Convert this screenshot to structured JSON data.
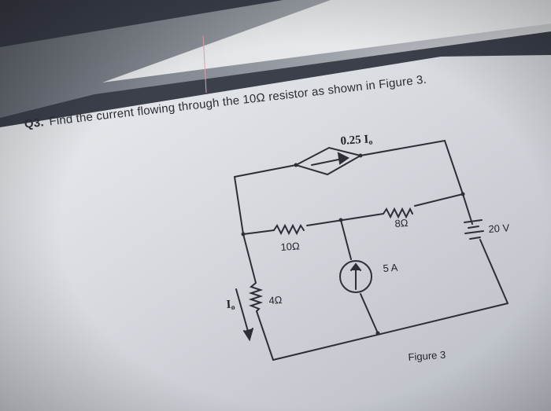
{
  "question": {
    "number": "Q3.",
    "text": "Find the current flowing through the 10Ω resistor as shown in Figure 3."
  },
  "circuit": {
    "dependent_source_label": "0.25 I",
    "dependent_source_sub": "o",
    "resistor_10_label": "10Ω",
    "resistor_8_label": "8Ω",
    "resistor_4_label": "4Ω",
    "current_source_label": "5 A",
    "voltage_source_label": "20 V",
    "current_label": "I",
    "current_label_sub": "o"
  },
  "figure_caption": "Figure 3",
  "colors": {
    "background": "#3b3f4a",
    "paper": "#d9dbe0",
    "ink": "#2a2d33"
  }
}
